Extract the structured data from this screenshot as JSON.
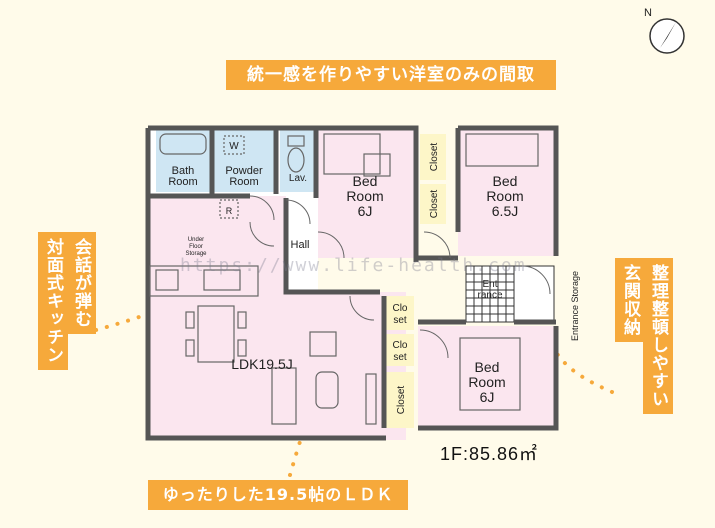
{
  "captions": {
    "top": "統一感を作りやすい洋室のみの間取",
    "left_col1": "会話が弾む",
    "left_col2": "対面式キッチン",
    "right_col1": "整理整頓しやすい",
    "right_col2": "玄関収納",
    "bottom": "ゆったりした19.5帖のＬＤＫ"
  },
  "rooms": {
    "bath_1": "Bath",
    "bath_2": "Room",
    "powder_1": "Powder",
    "powder_2": "Room",
    "washer": "W",
    "lav": "Lav.",
    "bed1_1": "Bed",
    "bed1_2": "Room",
    "bed1_3": "6J",
    "bed2_1": "Bed",
    "bed2_2": "Room",
    "bed2_3": "6.5J",
    "bed3_1": "Bed",
    "bed3_2": "Room",
    "bed3_3": "6J",
    "closet": "Closet",
    "clo_1": "Clo",
    "clo_2": "set",
    "hall": "Hall",
    "ent_1": "Ent",
    "ent_2": "rance",
    "entrance_storage": "Entrance Storage",
    "under_1": "Under",
    "under_2": "Floor",
    "under_3": "Storage",
    "refrigerator": "R",
    "ldk": "LDK19.5J"
  },
  "total_area": "1F:85.86㎡",
  "compass_label": "N",
  "watermark": "https://www.life-health.com",
  "colors": {
    "accent": "#f6a93b",
    "room_pink": "#fbe6ef",
    "bath_blue": "#cfe6f3",
    "closet_yellow": "#fdf6c8",
    "wall": "#5a5a5a"
  }
}
